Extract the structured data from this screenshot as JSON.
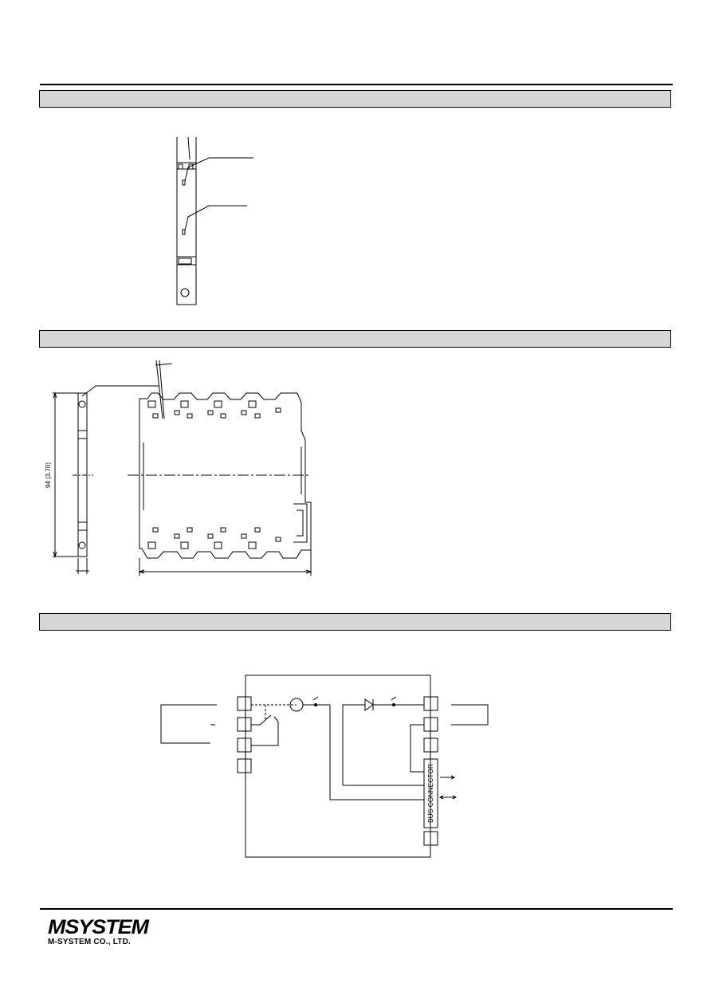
{
  "sections": [
    {
      "id": "front-view",
      "title": ""
    },
    {
      "id": "dimensions",
      "title": ""
    },
    {
      "id": "connection-diagram",
      "title": ""
    }
  ],
  "dimensions": {
    "height_label": "94 (3.70)"
  },
  "connection_diagram": {
    "bus_connector_label": "BUS CONNECTOR"
  },
  "footer": {
    "logo_text": "MSYSTEM",
    "company_name": "M-SYSTEM CO., LTD."
  }
}
